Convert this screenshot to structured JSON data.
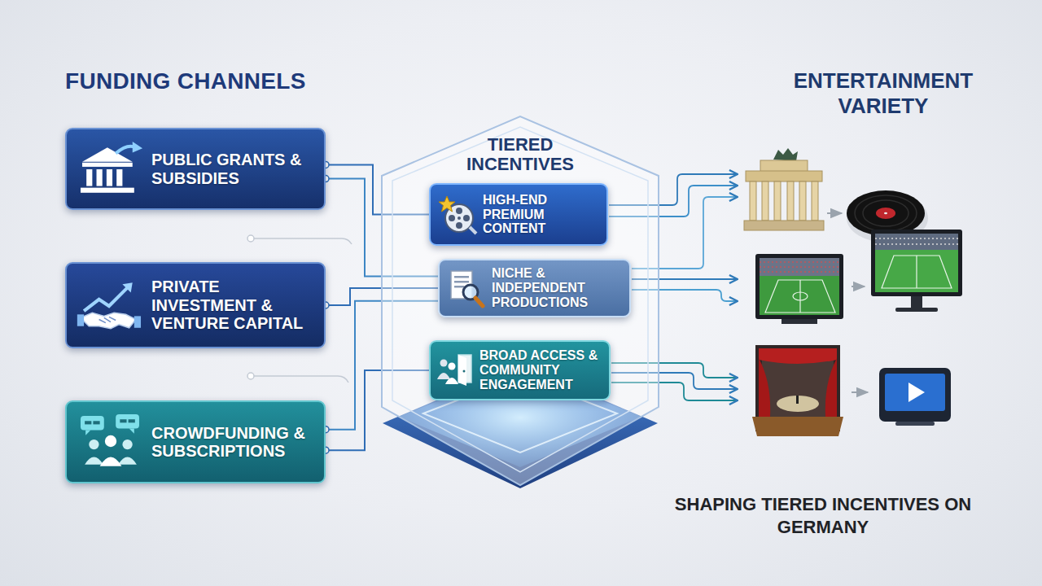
{
  "diagram": {
    "title": "FUNDING CHANNELS",
    "caption": "SHAPING TIERED INCENTIVES ON GERMANY",
    "nodes": [
      {
        "text": [
          "PUBLIC GRANTS & SUBSIDIES"
        ]
      },
      {
        "text": [
          "PRIVATE INVESTMENT & VENTURE CAPITAL"
        ]
      },
      {
        "text": [
          "CROWDFUNDING & SUBSCRIPTIONS"
        ]
      },
      {
        "text": [
          "TIERED INCENTIVES"
        ]
      },
      {
        "text": [
          "HIGH-END PREMIUM CONTENT"
        ],
        "in": 3
      },
      {
        "text": [
          "NICHE & INDEPENDENT PRODUCTIONS"
        ],
        "in": 3
      },
      {
        "text": [
          "BROAD ACCESS & COMMUNITY ENGAGEMENT"
        ],
        "in": 3
      }
    ],
    "edges": [
      {
        "from": 0,
        "to": 4,
        "arrow": "none"
      },
      {
        "from": 0,
        "to": 5,
        "arrow": "none"
      },
      {
        "from": 1,
        "to": 5,
        "arrow": "none"
      },
      {
        "from": 2,
        "to": 5,
        "arrow": "none"
      },
      {
        "from": 2,
        "to": 6,
        "arrow": "none"
      }
    ],
    "labels": [
      "ENTERTAINMENT VARIETY"
    ]
  }
}
